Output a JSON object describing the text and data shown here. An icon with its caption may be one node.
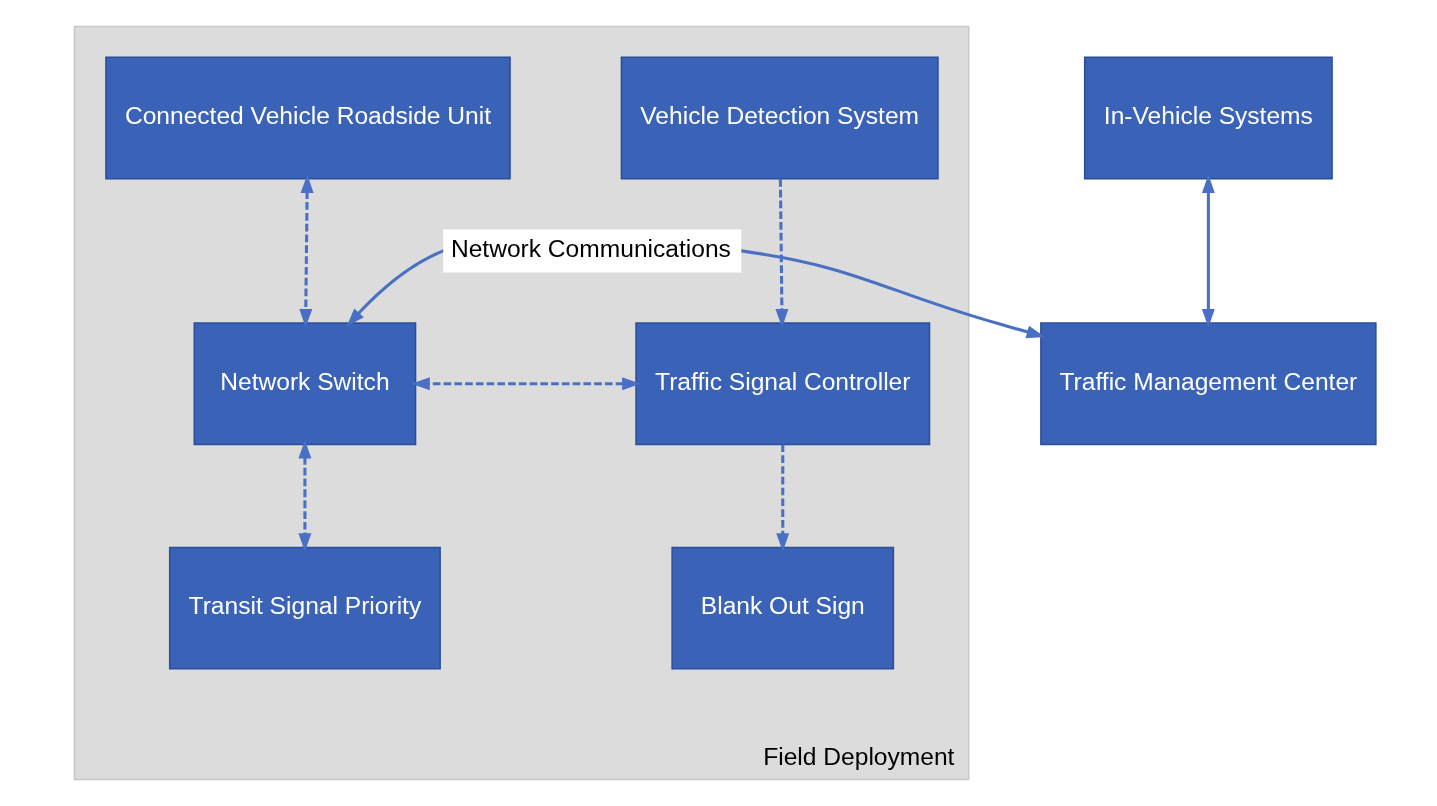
{
  "diagram": {
    "nodes": [
      {
        "text": [
          "Field Deployment"
        ]
      },
      {
        "text": [
          "Vehicle Detection System"
        ],
        "in": 0
      },
      {
        "text": [
          "Connected Vehicle Roadside Unit"
        ],
        "in": 0
      },
      {
        "text": [
          "Traffic Signal Controller"
        ],
        "in": 0
      },
      {
        "text": [
          "Network Switch"
        ],
        "in": 0
      },
      {
        "text": [
          "Blank Out Sign"
        ],
        "in": 0
      },
      {
        "text": [
          "Transit Signal Priority"
        ],
        "in": 0
      },
      {
        "text": [
          "In-Vehicle Systems"
        ]
      },
      {
        "text": [
          "Traffic Management Center"
        ]
      }
    ],
    "edges": [
      {
        "from": 1,
        "to": 3,
        "arrow": "to",
        "style": "dashed"
      },
      {
        "from": 2,
        "to": 4,
        "arrow": "both",
        "style": "dashed"
      },
      {
        "from": 3,
        "to": 4,
        "arrow": "both",
        "style": "dashed"
      },
      {
        "from": 3,
        "to": 5,
        "arrow": "to",
        "style": "dashed"
      },
      {
        "from": 4,
        "to": 6,
        "arrow": "both",
        "style": "dashed"
      },
      {
        "from": 4,
        "to": 8,
        "arrow": "both",
        "label": "Network Communications"
      },
      {
        "from": 7,
        "to": 8,
        "arrow": "both"
      }
    ]
  }
}
